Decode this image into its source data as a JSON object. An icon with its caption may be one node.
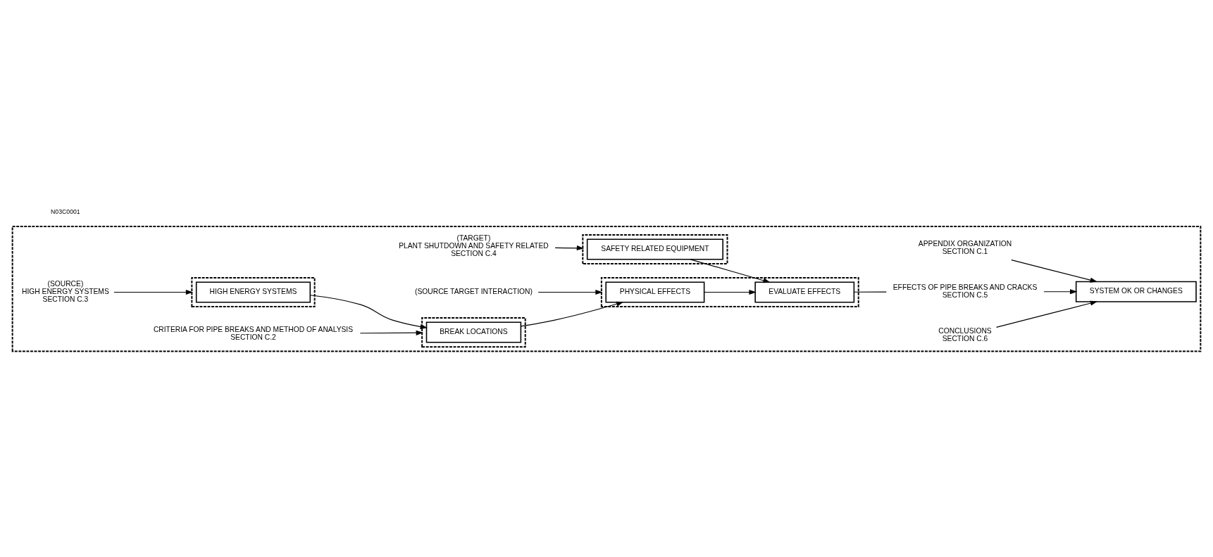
{
  "diagram": {
    "nodes": [
      {
        "text": [],
        "shape": "box"
      },
      {
        "text": [],
        "shape": "box",
        "in": 0
      },
      {
        "text": [
          "HIGH ENERGY SYSTEMS"
        ],
        "in": 1
      },
      {
        "text": [],
        "shape": "box",
        "in": 0
      },
      {
        "text": [
          "BREAK LOCATIONS"
        ],
        "in": 3
      },
      {
        "text": [],
        "shape": "box",
        "in": 0
      },
      {
        "text": [
          "PHYSICAL EFFECTS"
        ],
        "in": 5
      },
      {
        "text": [
          "EVALUATE EFFECTS"
        ],
        "in": 5
      },
      {
        "text": [],
        "shape": "box",
        "in": 0
      },
      {
        "text": [
          "SAFETY RELATED EQUIPMENT"
        ],
        "in": 8
      },
      {
        "text": [
          "SYSTEM OK OR CHANGES"
        ],
        "in": 0
      },
      {
        "text": [
          "(SOURCE)",
          "HIGH ENERGY SYSTEMS",
          "SECTION C.3"
        ],
        "in": 0
      },
      {
        "text": [
          "APPENDIX ORGANIZATION",
          "SECTION C.1"
        ],
        "in": 0
      },
      {
        "text": [
          "(SOURCE TARGET INTERACTION)"
        ],
        "in": 0
      },
      {
        "text": [
          "(TARGET)",
          "PLANT SHUTDOWN AND SAFETY RELATED",
          "SECTION C.4"
        ],
        "in": 0
      },
      {
        "text": [
          "CRITERIA FOR PIPE BREAKS AND METHOD OF ANALYSIS",
          "SECTION C.2"
        ],
        "in": 0
      },
      {
        "text": [
          "EFFECTS OF PIPE BREAKS AND CRACKS",
          "SECTION C.5"
        ],
        "in": 0
      },
      {
        "text": [
          "CONCLUSIONS",
          "SECTION C.6"
        ],
        "in": 0
      }
    ],
    "edges": [
      {
        "from": 2,
        "to": 4,
        "arrow": "to"
      },
      {
        "from": 4,
        "to": 6,
        "arrow": "to"
      },
      {
        "from": 6,
        "to": 7,
        "arrow": "to"
      },
      {
        "from": 9,
        "to": 7,
        "arrow": "to"
      },
      {
        "from": 7,
        "to": 16,
        "arrow": "none"
      },
      {
        "from": 16,
        "to": 10,
        "arrow": "to"
      },
      {
        "from": 11,
        "to": 1,
        "arrow": "to"
      },
      {
        "from": 12,
        "to": 0,
        "arrow": "to"
      },
      {
        "from": 13,
        "to": 5,
        "arrow": "to"
      },
      {
        "from": 14,
        "to": 8,
        "arrow": "to"
      },
      {
        "from": 15,
        "to": 3,
        "arrow": "to"
      },
      {
        "from": 17,
        "to": 10,
        "arrow": "to"
      }
    ],
    "labels": [
      "N03C0001"
    ]
  }
}
